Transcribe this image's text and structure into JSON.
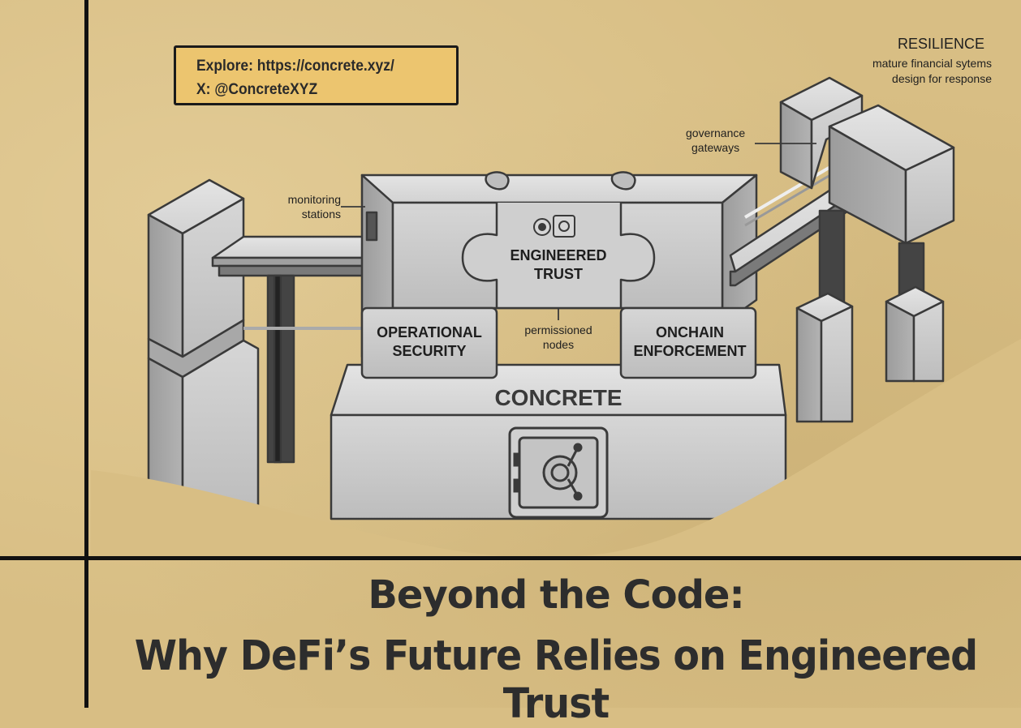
{
  "links": {
    "explore": "Explore: https://concrete.xyz/",
    "x_handle": "X: @ConcreteXYZ"
  },
  "resilience": {
    "title": "RESILIENCE",
    "line1": "mature financial sytems",
    "line2": "design for response"
  },
  "annotations": {
    "governance_1": "governance",
    "governance_2": "gateways",
    "monitoring_1": "monitoring",
    "monitoring_2": "stations",
    "permissioned_1": "permissioned",
    "permissioned_2": "nodes"
  },
  "blocks": {
    "engineered_1": "ENGINEERED",
    "engineered_2": "TRUST",
    "operational_1": "OPERATIONAL",
    "operational_2": "SECURITY",
    "onchain_1": "ONCHAIN",
    "onchain_2": "ENFORCEMENT",
    "base": "CONCRETE"
  },
  "headline": {
    "line1": "Beyond the Code:",
    "line2": "Why DeFi’s Future Relies on Engineered Trust"
  },
  "colors": {
    "background": "#d8be84",
    "highlight_box": "#ecc56f",
    "concrete": "#c9c9c9",
    "outline": "#3a3a3a"
  }
}
